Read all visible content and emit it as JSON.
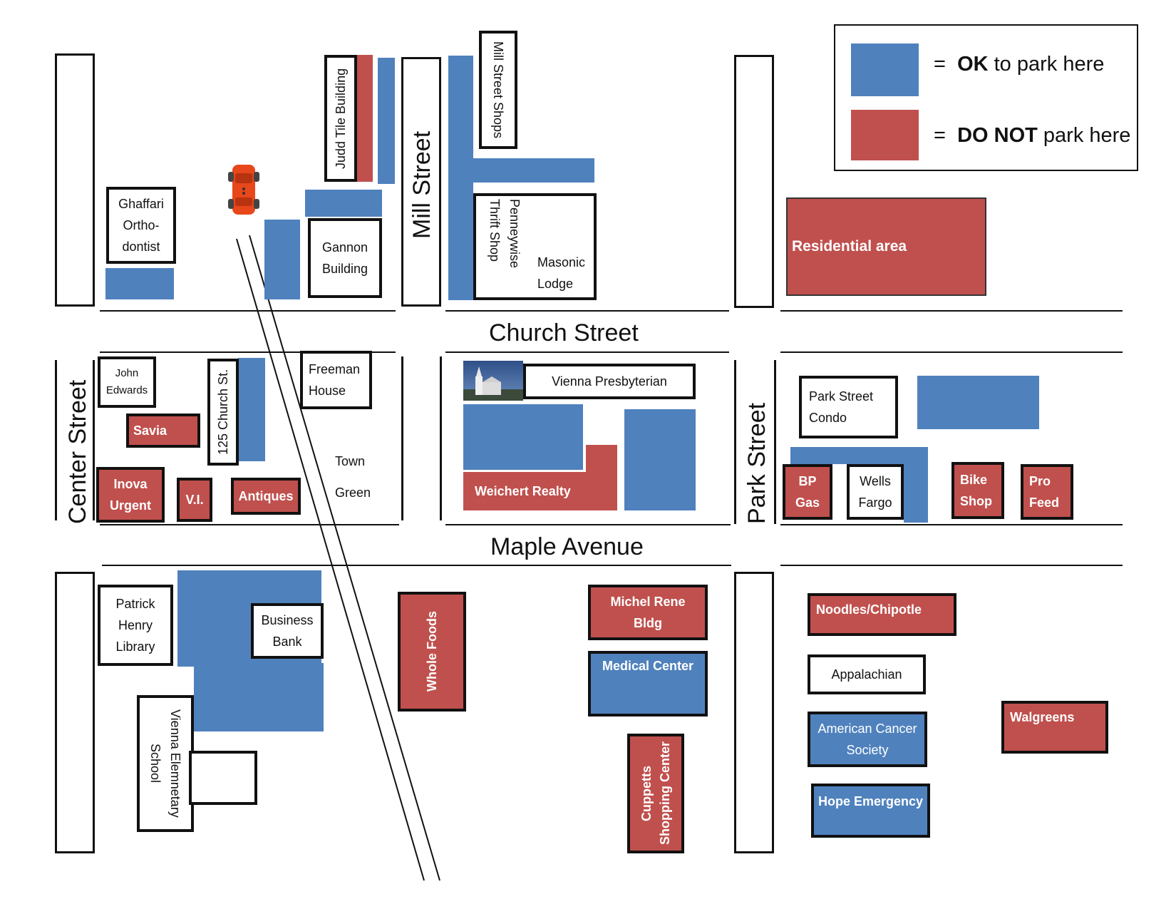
{
  "streets": {
    "church": "Church Street",
    "maple": "Maple Avenue",
    "mill": "Mill Street",
    "center": "Center Street",
    "park": "Park Street"
  },
  "legend": {
    "ok_eq": "=",
    "ok_bold": "OK",
    "ok_rest": " to park here",
    "no_eq": "=",
    "no_bold": "DO NOT",
    "no_rest": " park here",
    "ok_color": "#4f81bd",
    "no_color": "#c0504d"
  },
  "buildings": {
    "ghaffari": "Ghaffari\nOrtho-\ndontist",
    "judd": "Judd Tile Building",
    "gannon": "Gannon\nBuilding",
    "mill_shops": "Mill Street Shops",
    "penneywise": "Penneywise\nThrift Shop",
    "masonic": "Masonic\nLodge",
    "residential": "Residential area",
    "john_edwards": "John\nEdwards",
    "church125": "125 Church St.",
    "freeman": "Freeman\nHouse",
    "savia": "Savia",
    "inova": "Inova\nUrgent",
    "vi": "V.I.",
    "antiques": "Antiques",
    "town_green": "Town\n\nGreen",
    "presbyterian": "Vienna Presbyterian",
    "weichert": "Weichert Realty",
    "park_condo": "Park Street\nCondo",
    "bp": "BP\nGas",
    "wells": "Wells\nFargo",
    "bike": "Bike\nShop",
    "pro_feed": "Pro\nFeed",
    "patrick": "Patrick\nHenry\nLibrary",
    "business_bank": "Business\nBank",
    "vienna_school": "Vienna Elemnetary\nSchool",
    "whole_foods": "Whole Foods",
    "michel": "Michel Rene\nBldg",
    "medical": "Medical Center",
    "cuppetts": "Cuppetts\nShopping Center",
    "noodles": "Noodles/Chipotle",
    "appalachian": "Appalachian",
    "acs": "American Cancer\nSociety",
    "hope": "Hope Emergency",
    "walgreens": "Walgreens"
  },
  "icons": {
    "car": "red-car-icon",
    "church": "church-photo-icon"
  }
}
